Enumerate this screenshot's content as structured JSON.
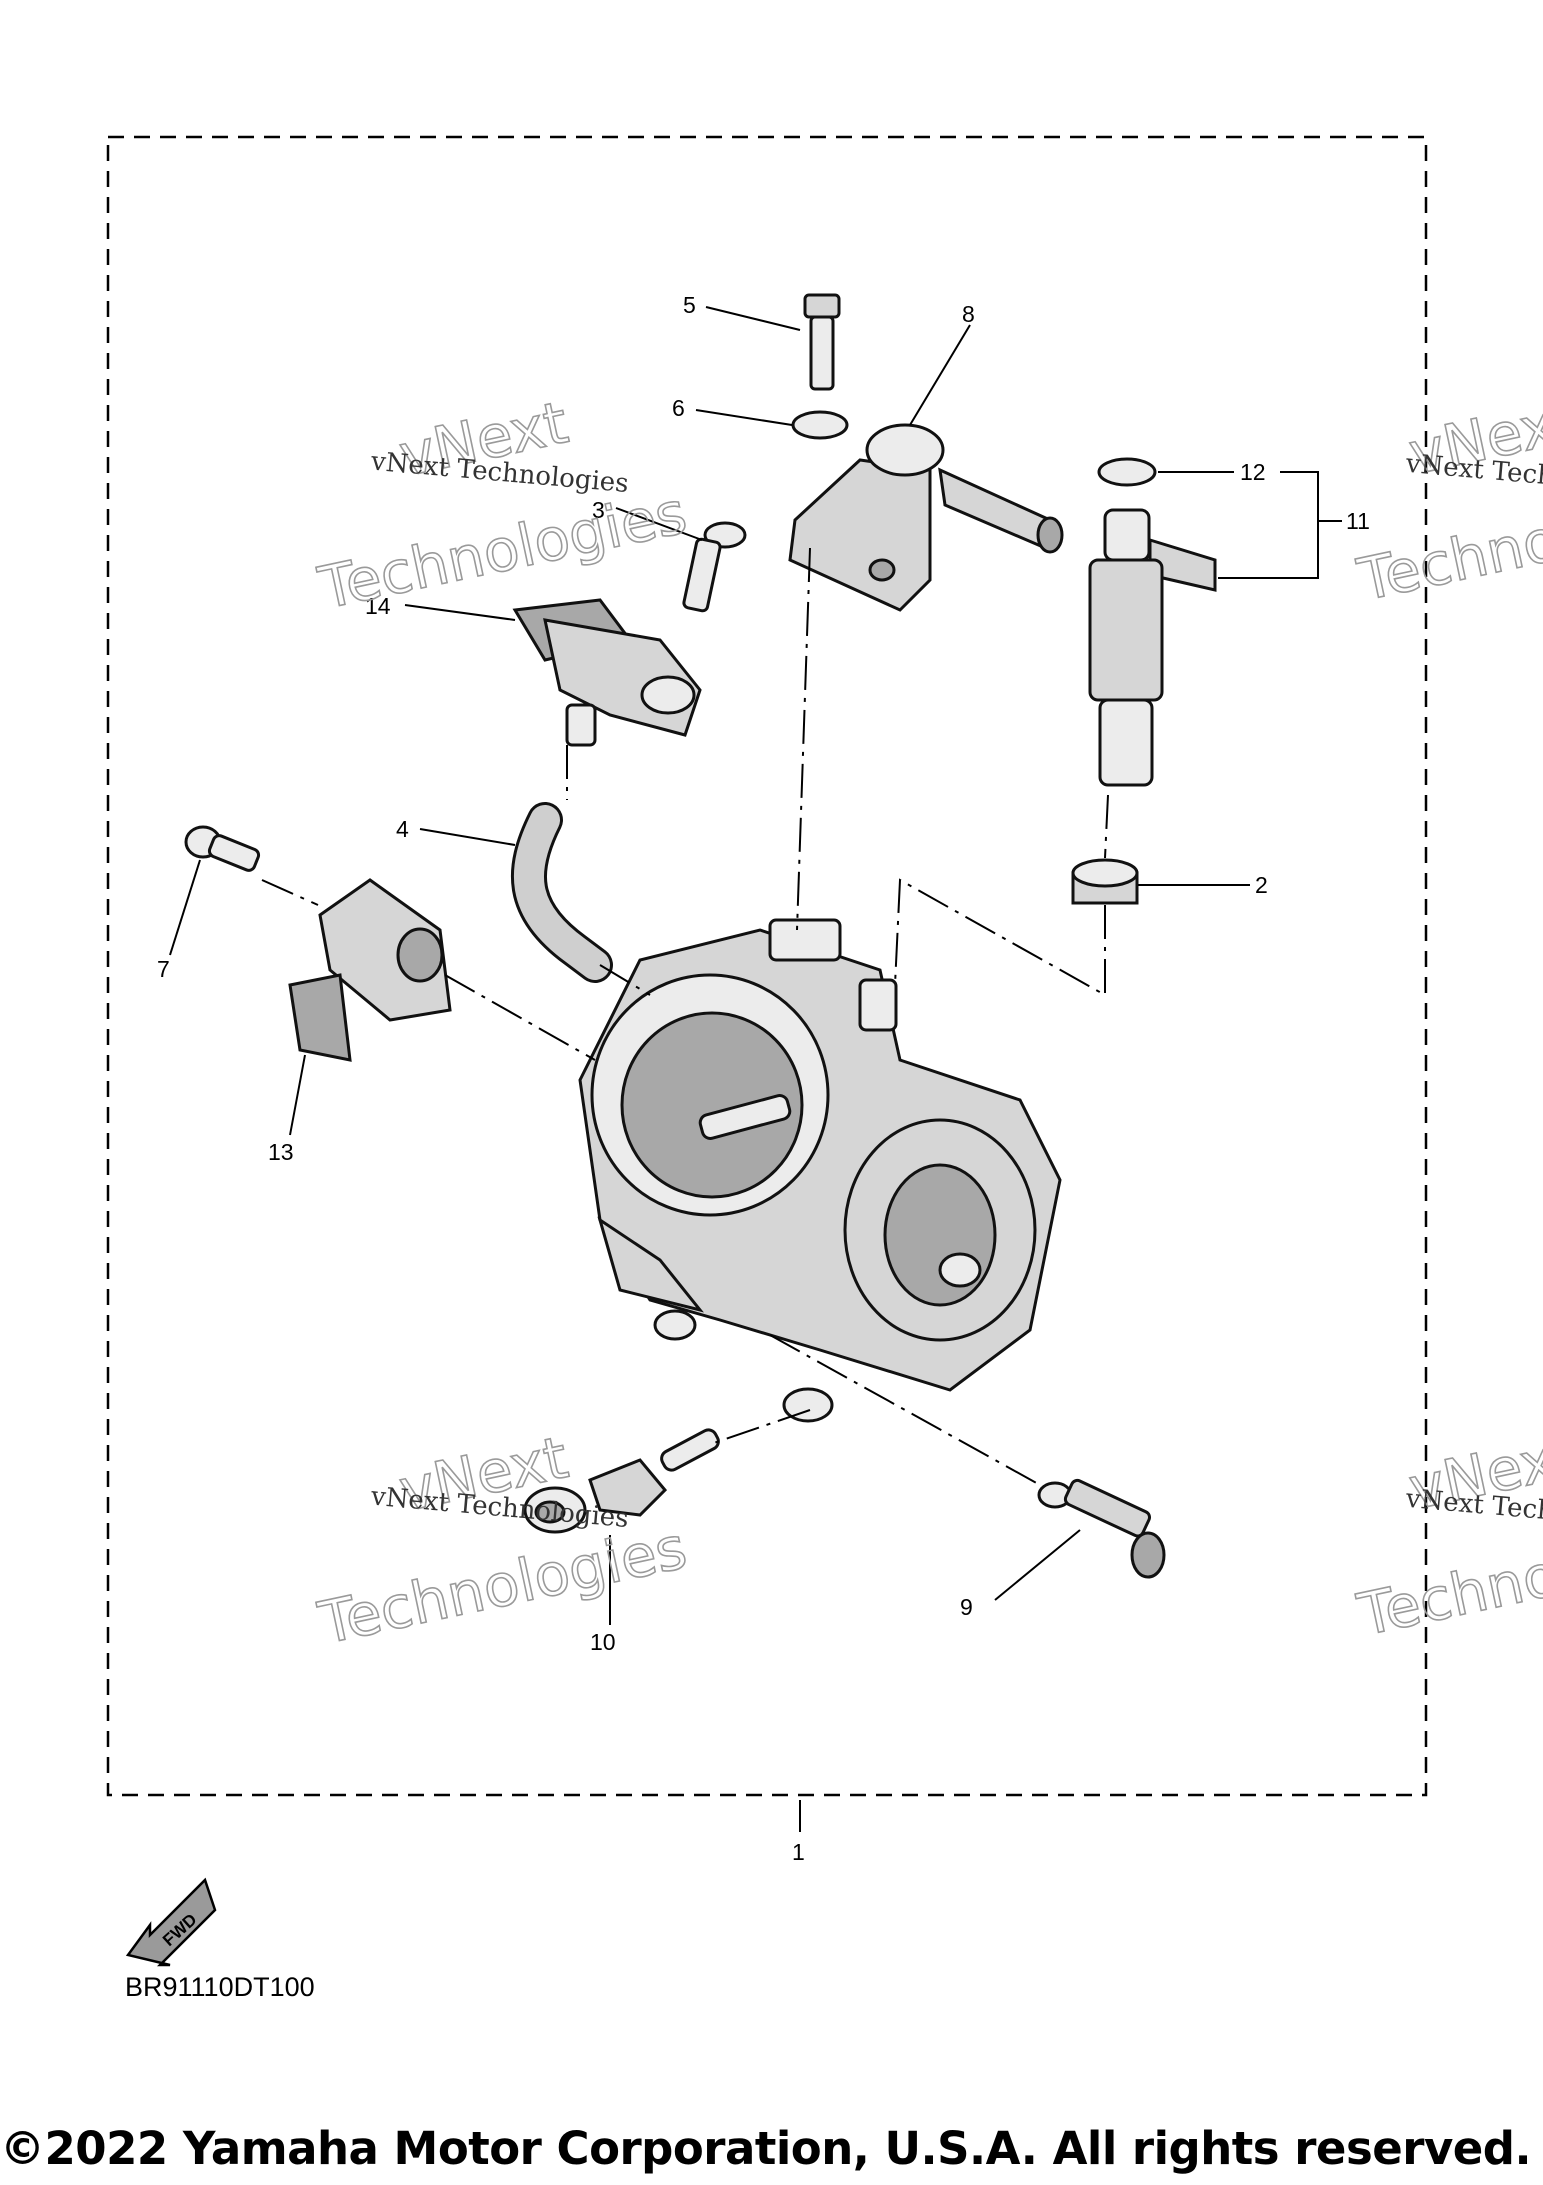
{
  "diagram": {
    "code": "BR91110DT100",
    "copyright": "©2022 Yamaha Motor Corporation, U.S.A. All rights reserved.",
    "fwd_label": "FWD",
    "callouts": {
      "c1": "1",
      "c2": "2",
      "c3": "3",
      "c4": "4",
      "c5": "5",
      "c6": "6",
      "c7": "7",
      "c8": "8",
      "c9": "9",
      "c10": "10",
      "c11": "11",
      "c12": "12",
      "c13": "13",
      "c14": "14"
    },
    "watermark": {
      "line_small": "vNext Technologies",
      "line_big_1": "vNext",
      "line_big_2": "Technologies"
    }
  }
}
